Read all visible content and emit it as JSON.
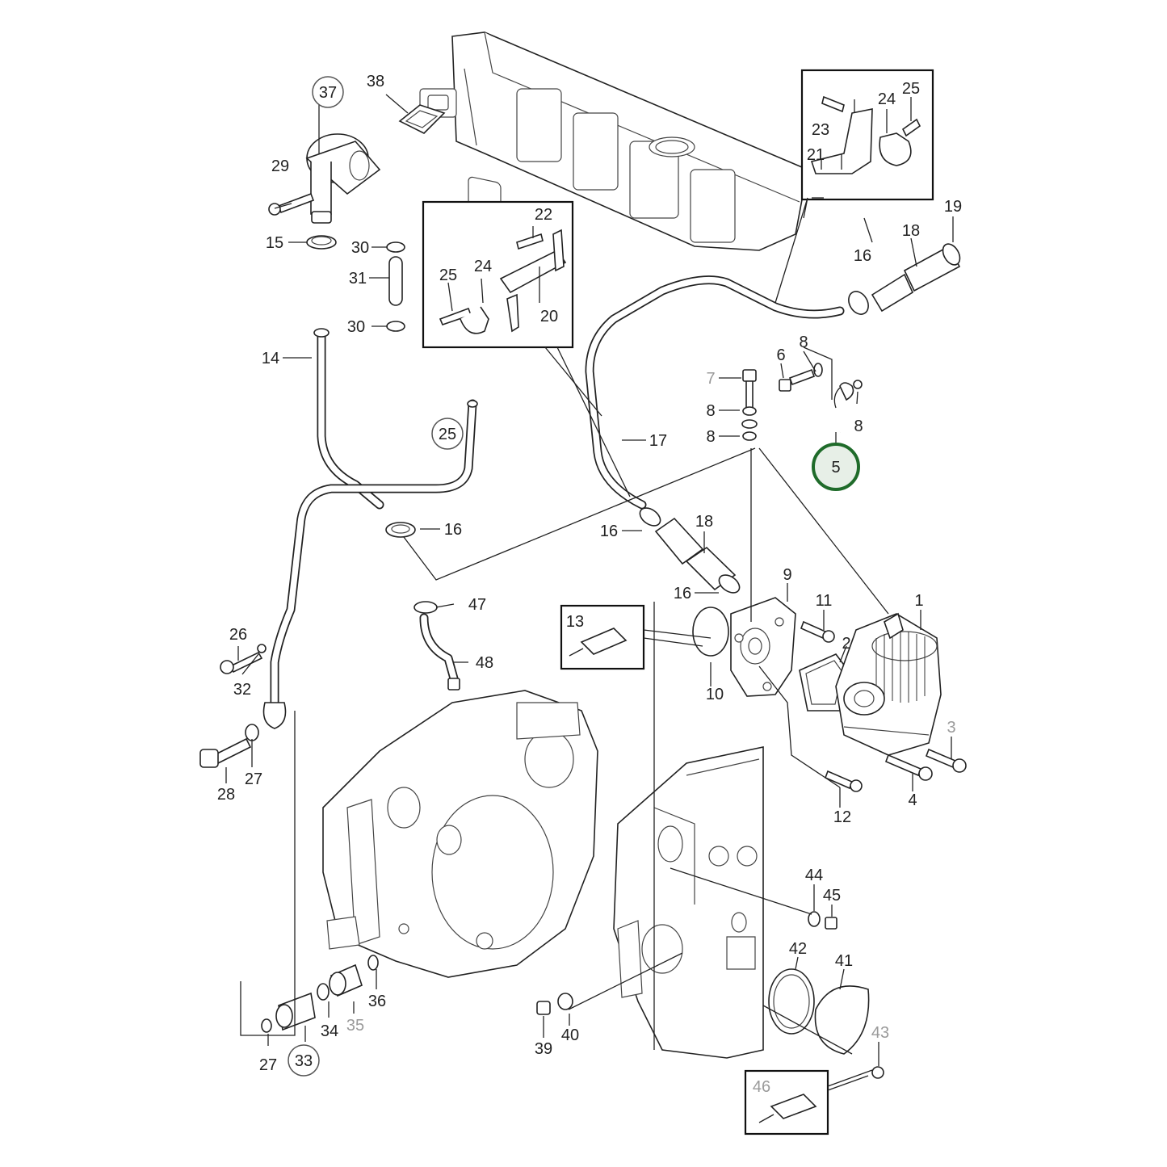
{
  "diagram": {
    "labels": {
      "l1": "1",
      "l2": "2",
      "l3": "3",
      "l4": "4",
      "l5": "5",
      "l6": "6",
      "l7": "7",
      "l8a": "8",
      "l8b": "8",
      "l8c": "8",
      "l8d": "8",
      "l9": "9",
      "l10": "10",
      "l11": "11",
      "l12": "12",
      "l13": "13",
      "l14": "14",
      "l15": "15",
      "l16a": "16",
      "l16b": "16",
      "l16c": "16",
      "l16d": "16",
      "l17": "17",
      "l18a": "18",
      "l18b": "18",
      "l19": "19",
      "l20": "20",
      "l21": "21",
      "l22": "22",
      "l23": "23",
      "l24a": "24",
      "l24b": "24",
      "l25a": "25",
      "l25b": "25",
      "l25c": "25",
      "l26": "26",
      "l27a": "27",
      "l27b": "27",
      "l28": "28",
      "l29": "29",
      "l30a": "30",
      "l30b": "30",
      "l31": "31",
      "l32": "32",
      "l33": "33",
      "l34": "34",
      "l35": "35",
      "l36": "36",
      "l37": "37",
      "l38": "38",
      "l39": "39",
      "l40": "40",
      "l41": "41",
      "l42": "42",
      "l43": "43",
      "l44": "44",
      "l45": "45",
      "l46": "46",
      "l47": "47",
      "l48": "48"
    },
    "colors": {
      "highlight": "#1f6b2a",
      "line": "#222222",
      "greyed_label": "#9a9a9a"
    }
  }
}
